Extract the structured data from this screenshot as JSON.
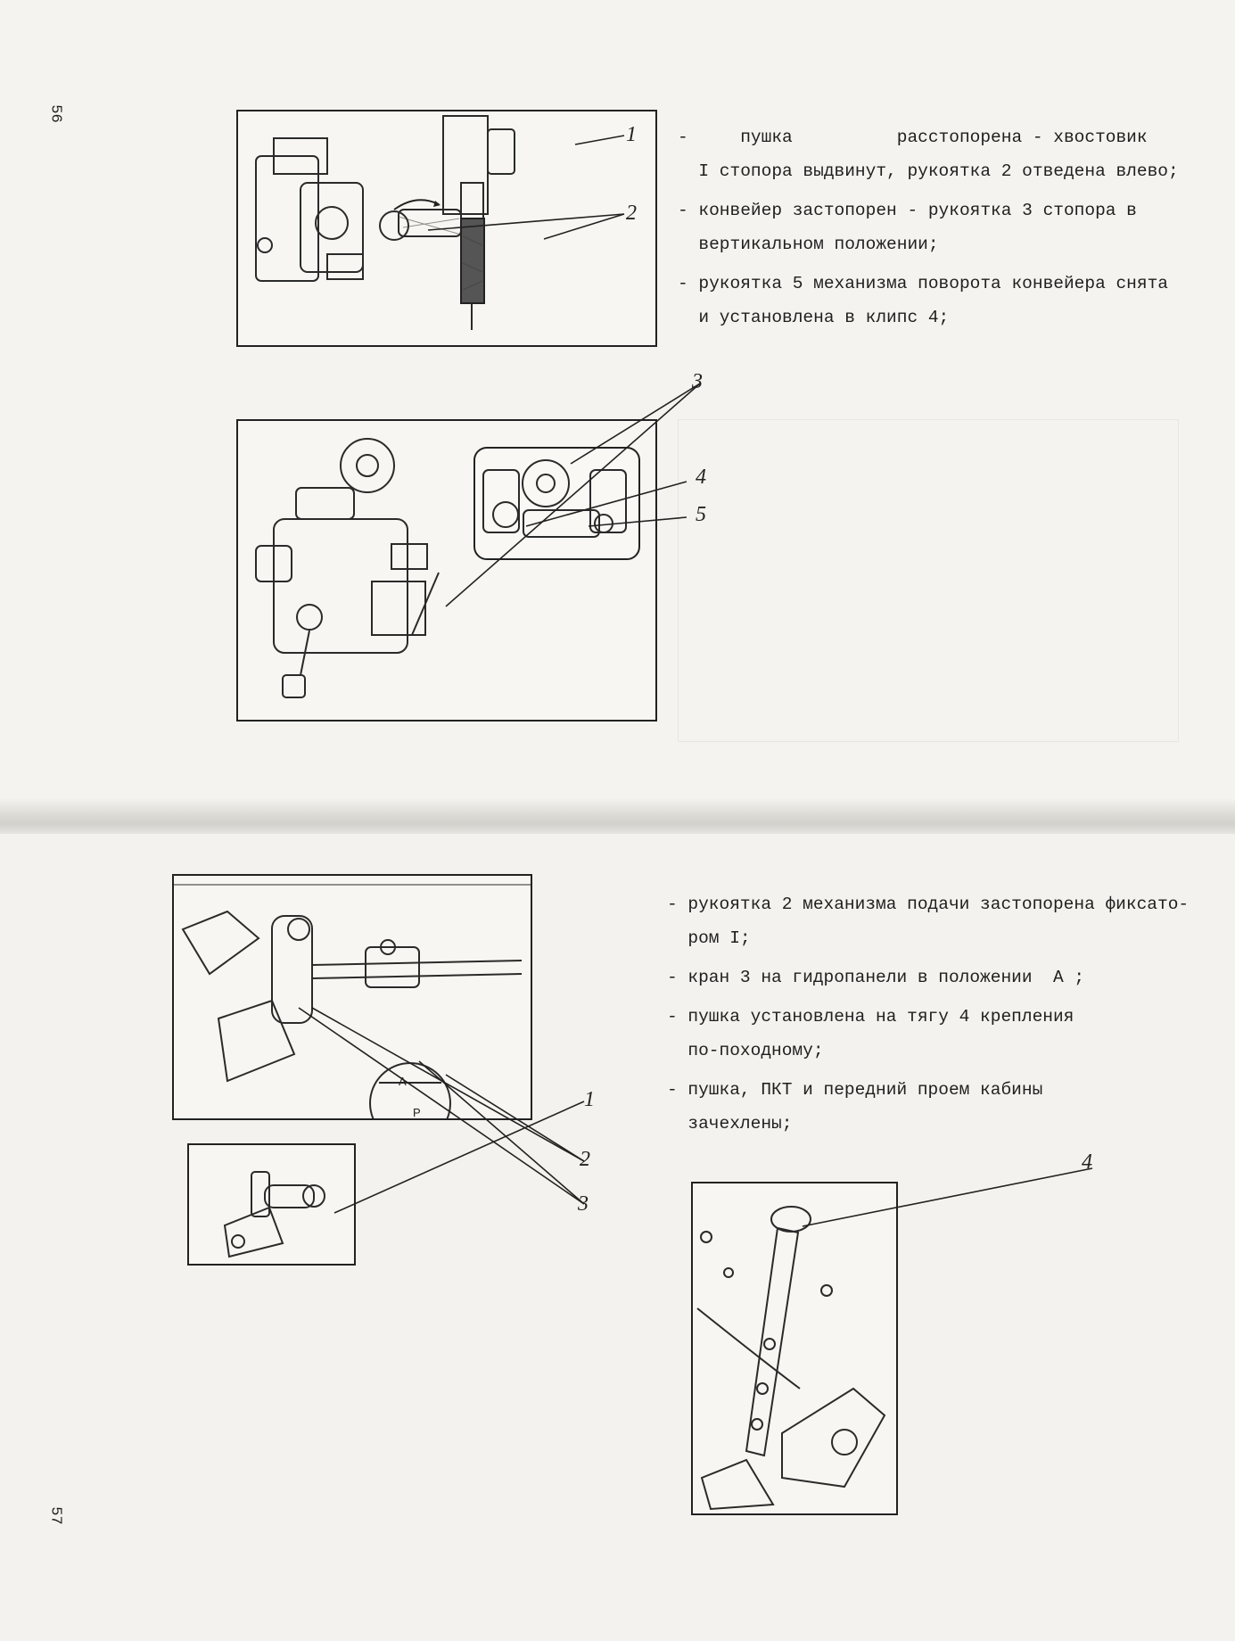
{
  "top_page": {
    "page_number": "56",
    "bullets": [
      [
        "-     пушка          расстопорена - хвостовик",
        "  I стопора выдвинут, рукоятка 2 отведена влево;"
      ],
      [
        "- конвейер застопорен - рукоятка 3 стопора в",
        "  вертикальном положении;"
      ],
      [
        "- рукоятка 5 механизма поворота конвейера снята",
        "  и установлена в клипс 4;"
      ]
    ],
    "callouts": [
      "1",
      "2",
      "3",
      "4",
      "5"
    ]
  },
  "bottom_page": {
    "page_number": "57",
    "bullets": [
      [
        "- рукоятка 2 механизма подачи застопорена фиксато-",
        "  ром I;"
      ],
      [
        "- кран 3 на гидропанели в положении  А ;"
      ],
      [
        "- пушка установлена на тягу 4 крепления",
        "  по-походному;"
      ],
      [
        "- пушка, ПКТ и передний проем кабины",
        "  зачехлены;"
      ]
    ],
    "callouts": [
      "1",
      "2",
      "3",
      "4"
    ],
    "figure_labels": {
      "a": "А",
      "p": "Р"
    }
  }
}
